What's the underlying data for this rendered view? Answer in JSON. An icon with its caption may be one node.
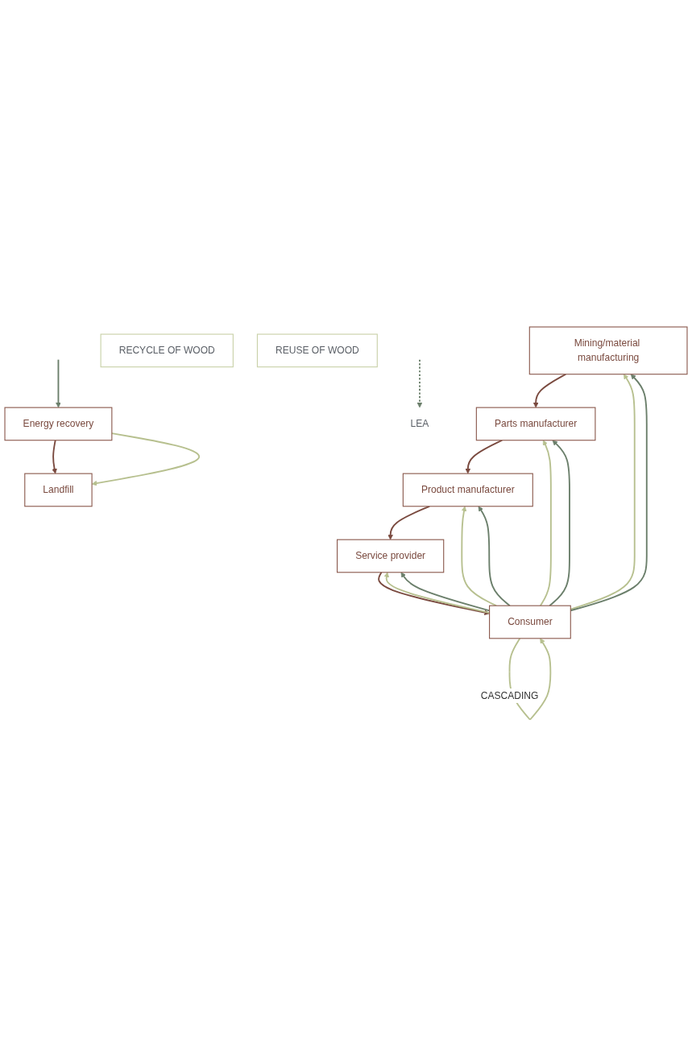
{
  "diagram": {
    "nodes": [
      {
        "text": [
          "Mining/material manufacturing"
        ]
      },
      {
        "text": [
          "Parts manufacturer"
        ]
      },
      {
        "text": [
          "Product manufacturer"
        ]
      },
      {
        "text": [
          "Service provider"
        ]
      },
      {
        "text": [
          "Consumer"
        ]
      },
      {
        "text": [
          "RECYCLE OF WOOD"
        ]
      },
      {
        "text": [
          "REUSE OF WOOD"
        ]
      },
      {
        "text": [
          "Energy recovery"
        ]
      },
      {
        "text": [
          "Landfill"
        ]
      },
      {
        "text": [
          "LEA"
        ]
      }
    ],
    "edges": [
      {
        "from": 0,
        "to": 1,
        "arrow": "to",
        "color": "#7a4a3f"
      },
      {
        "from": 1,
        "to": 2,
        "arrow": "to",
        "color": "#7a4a3f"
      },
      {
        "from": 2,
        "to": 3,
        "arrow": "to",
        "color": "#7a4a3f"
      },
      {
        "from": 3,
        "to": 4,
        "arrow": "to",
        "color": "#7a4a3f"
      },
      {
        "from": 4,
        "to": 0,
        "arrow": "to",
        "color": "#b7c08f"
      },
      {
        "from": 4,
        "to": 1,
        "arrow": "to",
        "color": "#b7c08f"
      },
      {
        "from": 4,
        "to": 2,
        "arrow": "to",
        "color": "#b7c08f"
      },
      {
        "from": 4,
        "to": 3,
        "arrow": "to",
        "color": "#b7c08f"
      },
      {
        "from": 4,
        "to": 4,
        "arrow": "to",
        "label": "CASCADING",
        "color": "#b7c08f"
      },
      {
        "from": 4,
        "to": 0,
        "arrow": "to",
        "color": "#6b7f6b"
      },
      {
        "from": 4,
        "to": 1,
        "arrow": "to",
        "color": "#6b7f6b"
      },
      {
        "from": 4,
        "to": 2,
        "arrow": "to",
        "color": "#6b7f6b"
      },
      {
        "from": 4,
        "to": 3,
        "arrow": "to",
        "color": "#6b7f6b"
      },
      {
        "from": null,
        "to": 7,
        "arrow": "to",
        "color": "#6b7f6b"
      },
      {
        "from": 7,
        "to": 8,
        "arrow": "to",
        "color": "#7a4a3f"
      },
      {
        "from": 7,
        "to": 8,
        "arrow": "to",
        "color": "#b7c08f"
      },
      {
        "from": null,
        "to": 9,
        "arrow": "to",
        "style": "dashed",
        "color": "#6b7f6b"
      }
    ]
  }
}
